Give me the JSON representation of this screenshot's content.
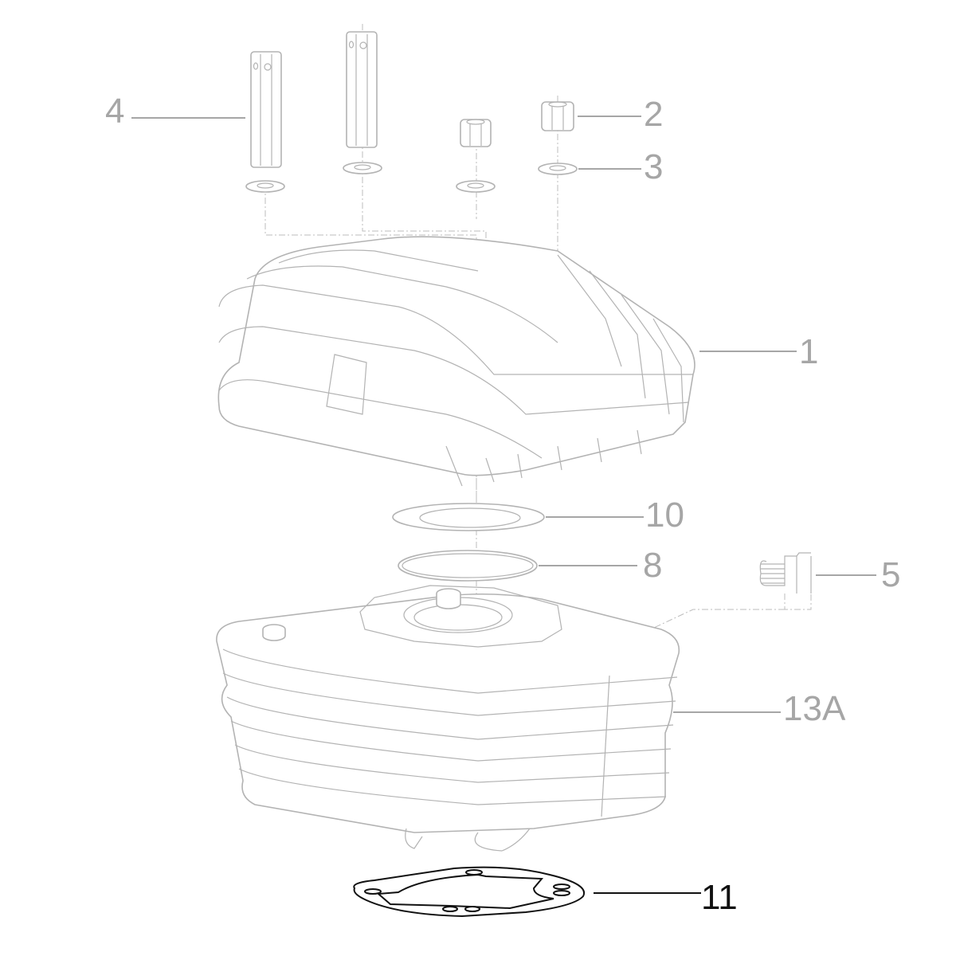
{
  "diagram": {
    "type": "exploded-parts-diagram",
    "subject": "Cylinder head and cylinder assembly",
    "highlighted_part": "11",
    "colors": {
      "part_lines": "#b3b3b3",
      "callout_inactive": "#a6a6a6",
      "callout_active": "#111111",
      "background": "#ffffff"
    }
  },
  "callouts": [
    {
      "id": "4",
      "label": "4",
      "part": "stud bolt"
    },
    {
      "id": "2",
      "label": "2",
      "part": "hex nut"
    },
    {
      "id": "3",
      "label": "3",
      "part": "washer"
    },
    {
      "id": "1",
      "label": "1",
      "part": "cylinder head"
    },
    {
      "id": "10",
      "label": "10",
      "part": "head gasket"
    },
    {
      "id": "8",
      "label": "8",
      "part": "o-ring"
    },
    {
      "id": "5",
      "label": "5",
      "part": "spring clip"
    },
    {
      "id": "13A",
      "label": "13A",
      "part": "cylinder"
    },
    {
      "id": "11",
      "label": "11",
      "part": "base gasket"
    }
  ]
}
